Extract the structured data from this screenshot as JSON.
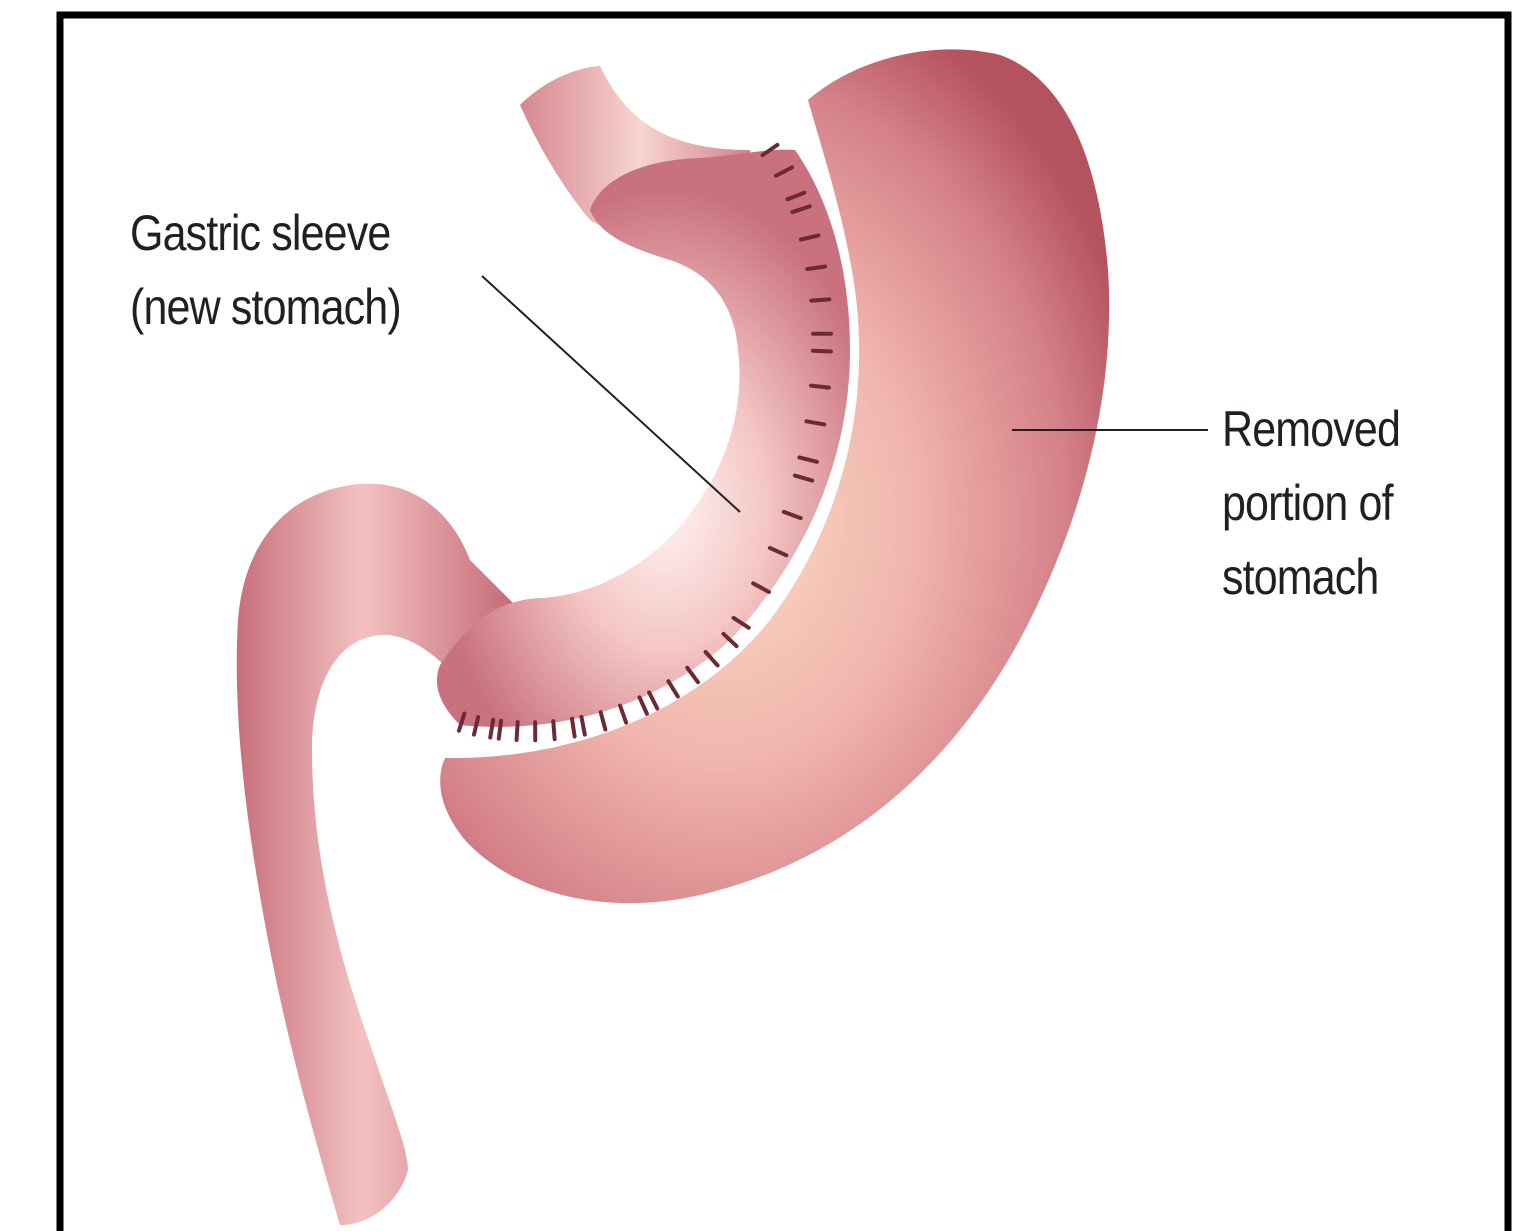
{
  "labels": {
    "sleeve": [
      "Gastric sleeve",
      "(new stomach)"
    ],
    "removed": [
      "Removed",
      "portion of",
      "stomach"
    ]
  },
  "colors": {
    "frame": "#000000",
    "background": "#ffffff",
    "tissue_light": "#f9d6cc",
    "tissue_mid": "#e8a4a4",
    "tissue_dark": "#b85864",
    "removed_highlight": "#fbd6c2",
    "staples": "#6b2a35",
    "leader_line": "#231f20",
    "text": "#231f20"
  }
}
